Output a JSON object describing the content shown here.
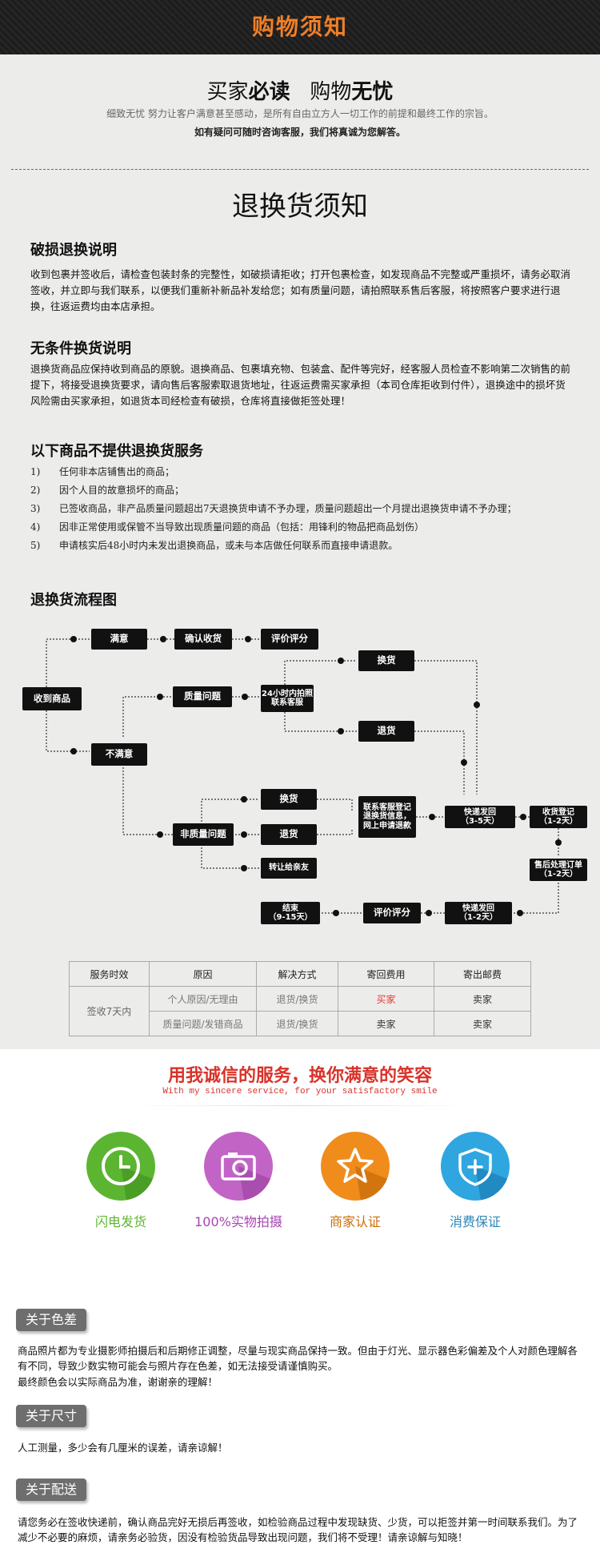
{
  "header": {
    "title": "购物须知"
  },
  "intro": {
    "title_a": "买家",
    "title_b": "必读",
    "title_c": "购物",
    "title_d": "无忧",
    "subtitle": "细致无忧 努力让客户满意甚至感动，是所有自由立方人一切工作的前提和最终工作的宗旨。",
    "subtitle2": "如有疑问可随时咨询客服，我们将真诚为您解答。"
  },
  "returns": {
    "title": "退换货须知",
    "damage": {
      "heading": "破损退换说明",
      "text": "收到包裹并签收后，请检查包装封条的完整性，如破损请拒收；打开包裹检查，如发现商品不完整或严重损坏，请务必取消签收，并立即与我们联系，以便我们重新补新品补发给您；如有质量问题，请拍照联系售后客服，将按照客户要求进行退换，往返运费均由本店承担。"
    },
    "unconditional": {
      "heading": "无条件换货说明",
      "text": "退换货商品应保持收到商品的原貌。退换商品、包裹填充物、包装盒、配件等完好，经客服人员检查不影响第二次销售的前提下，将接受退换货要求，请向售后客服索取退货地址，往返运费需买家承担（本司仓库拒收到付件），退换途中的损坏货风险需由买家承担，如退货本司经检查有破损，仓库将直接做拒签处理！"
    },
    "excluded": {
      "heading": "以下商品不提供退换货服务",
      "items": [
        {
          "num": "1)",
          "text": "任何非本店铺售出的商品；"
        },
        {
          "num": "2)",
          "text": "因个人目的故意损坏的商品；"
        },
        {
          "num": "3)",
          "text": "已签收商品，非产品质量问题超出7天退换货申请不予办理，质量问题超出一个月提出退换货申请不予办理；"
        },
        {
          "num": "4)",
          "text": "因非正常使用或保管不当导致出现质量问题的商品（包括：用锋利的物品把商品划伤）"
        },
        {
          "num": "5)",
          "text": "申请核实后48小时内未发出退换商品，或未与本店做任何联系而直接申请退款。"
        }
      ]
    }
  },
  "flow": {
    "heading": "退换货流程图",
    "nodes": {
      "received": "收到商品",
      "satisfied": "满意",
      "confirm": "确认收货",
      "review": "评价评分",
      "quality": "质量问题",
      "contact24": "24小时内拍照联系客服",
      "exchange1": "换货",
      "return1": "退货",
      "unsatisfied": "不满意",
      "nonquality": "非质量问题",
      "exchange2": "换货",
      "return2": "退货",
      "transfer": "转让给亲友",
      "contactcs": "联系客服登记退换货信息，网上申请退款",
      "ship1": "快递发回\n（3-5天）",
      "registered": "收货登记\n（1-2天）",
      "process": "售后处理订单\n（1-2天）",
      "ship2": "快递发回\n（1-2天）",
      "review2": "评价评分",
      "end": "结束\n（9-15天）"
    }
  },
  "table": {
    "headers": [
      "服务时效",
      "原因",
      "解决方式",
      "寄回费用",
      "寄出邮费"
    ],
    "time": "签收7天内",
    "rows": [
      {
        "reason": "个人原因/无理由",
        "solution": "退货/换货",
        "return_fee": "买家",
        "ship_fee": "卖家"
      },
      {
        "reason": "质量问题/发错商品",
        "solution": "退货/换货",
        "return_fee": "卖家",
        "ship_fee": "卖家"
      }
    ],
    "highlight_color": "#e8382f"
  },
  "promise": {
    "slogan": "用我诚信的服务，换你满意的笑容",
    "slogan_en": "With my sincere service, for your satisfactory smile",
    "badges": [
      {
        "label": "闪电发货",
        "icon": "clock-icon",
        "color": "#5cb531"
      },
      {
        "label": "100%实物拍摄",
        "icon": "camera-icon",
        "color": "#c264c6"
      },
      {
        "label": "商家认证",
        "icon": "star-icon",
        "color": "#f08c1b"
      },
      {
        "label": "消费保证",
        "icon": "shield-plus-icon",
        "color": "#2fa6e0"
      }
    ]
  },
  "notes": {
    "color_tag": "关于色差",
    "color_text": "商品照片都为专业摄影师拍摄后和后期修正调整，尽量与现实商品保持一致。但由于灯光、显示器色彩偏差及个人对颜色理解各有不同，导致少数实物可能会与照片存在色差，如无法接受请谨慎购买。",
    "color_text2": "最终颜色会以实际商品为准，谢谢亲的理解！",
    "size_tag": "关于尺寸",
    "size_text": "人工测量，多少会有几厘米的误差，请亲谅解！",
    "delivery_tag": "关于配送",
    "delivery_text": "请您务必在签收快递前，确认商品完好无损后再签收，如检验商品过程中发现缺货、少货，可以拒签并第一时间联系我们。为了减少不必要的麻烦，请亲务必验货，因没有检验货品导致出现问题，我们将不受理！请亲谅解与知晓！"
  }
}
